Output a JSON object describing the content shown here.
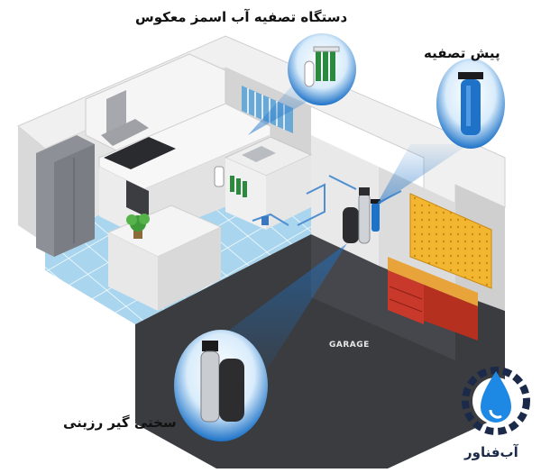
{
  "labels": {
    "ro_system": "دستگاه تصفیه آب اسمز معکوس",
    "pre_filter": "پیش تصفیه",
    "softener": "سختی گیر رزینی",
    "garage": "GARAGE"
  },
  "logo": {
    "text": "آب‌فناور"
  },
  "colors": {
    "callout_blue": "#1e73c8",
    "floor_tile": "#a9d6ee",
    "garage_floor": "#3a3c40",
    "wall": "#e6e6e6",
    "pegboard": "#f2b630",
    "cabinet_red": "#c8392b",
    "logo_navy": "#1c2a4a",
    "logo_drop": "#1e88e5"
  }
}
